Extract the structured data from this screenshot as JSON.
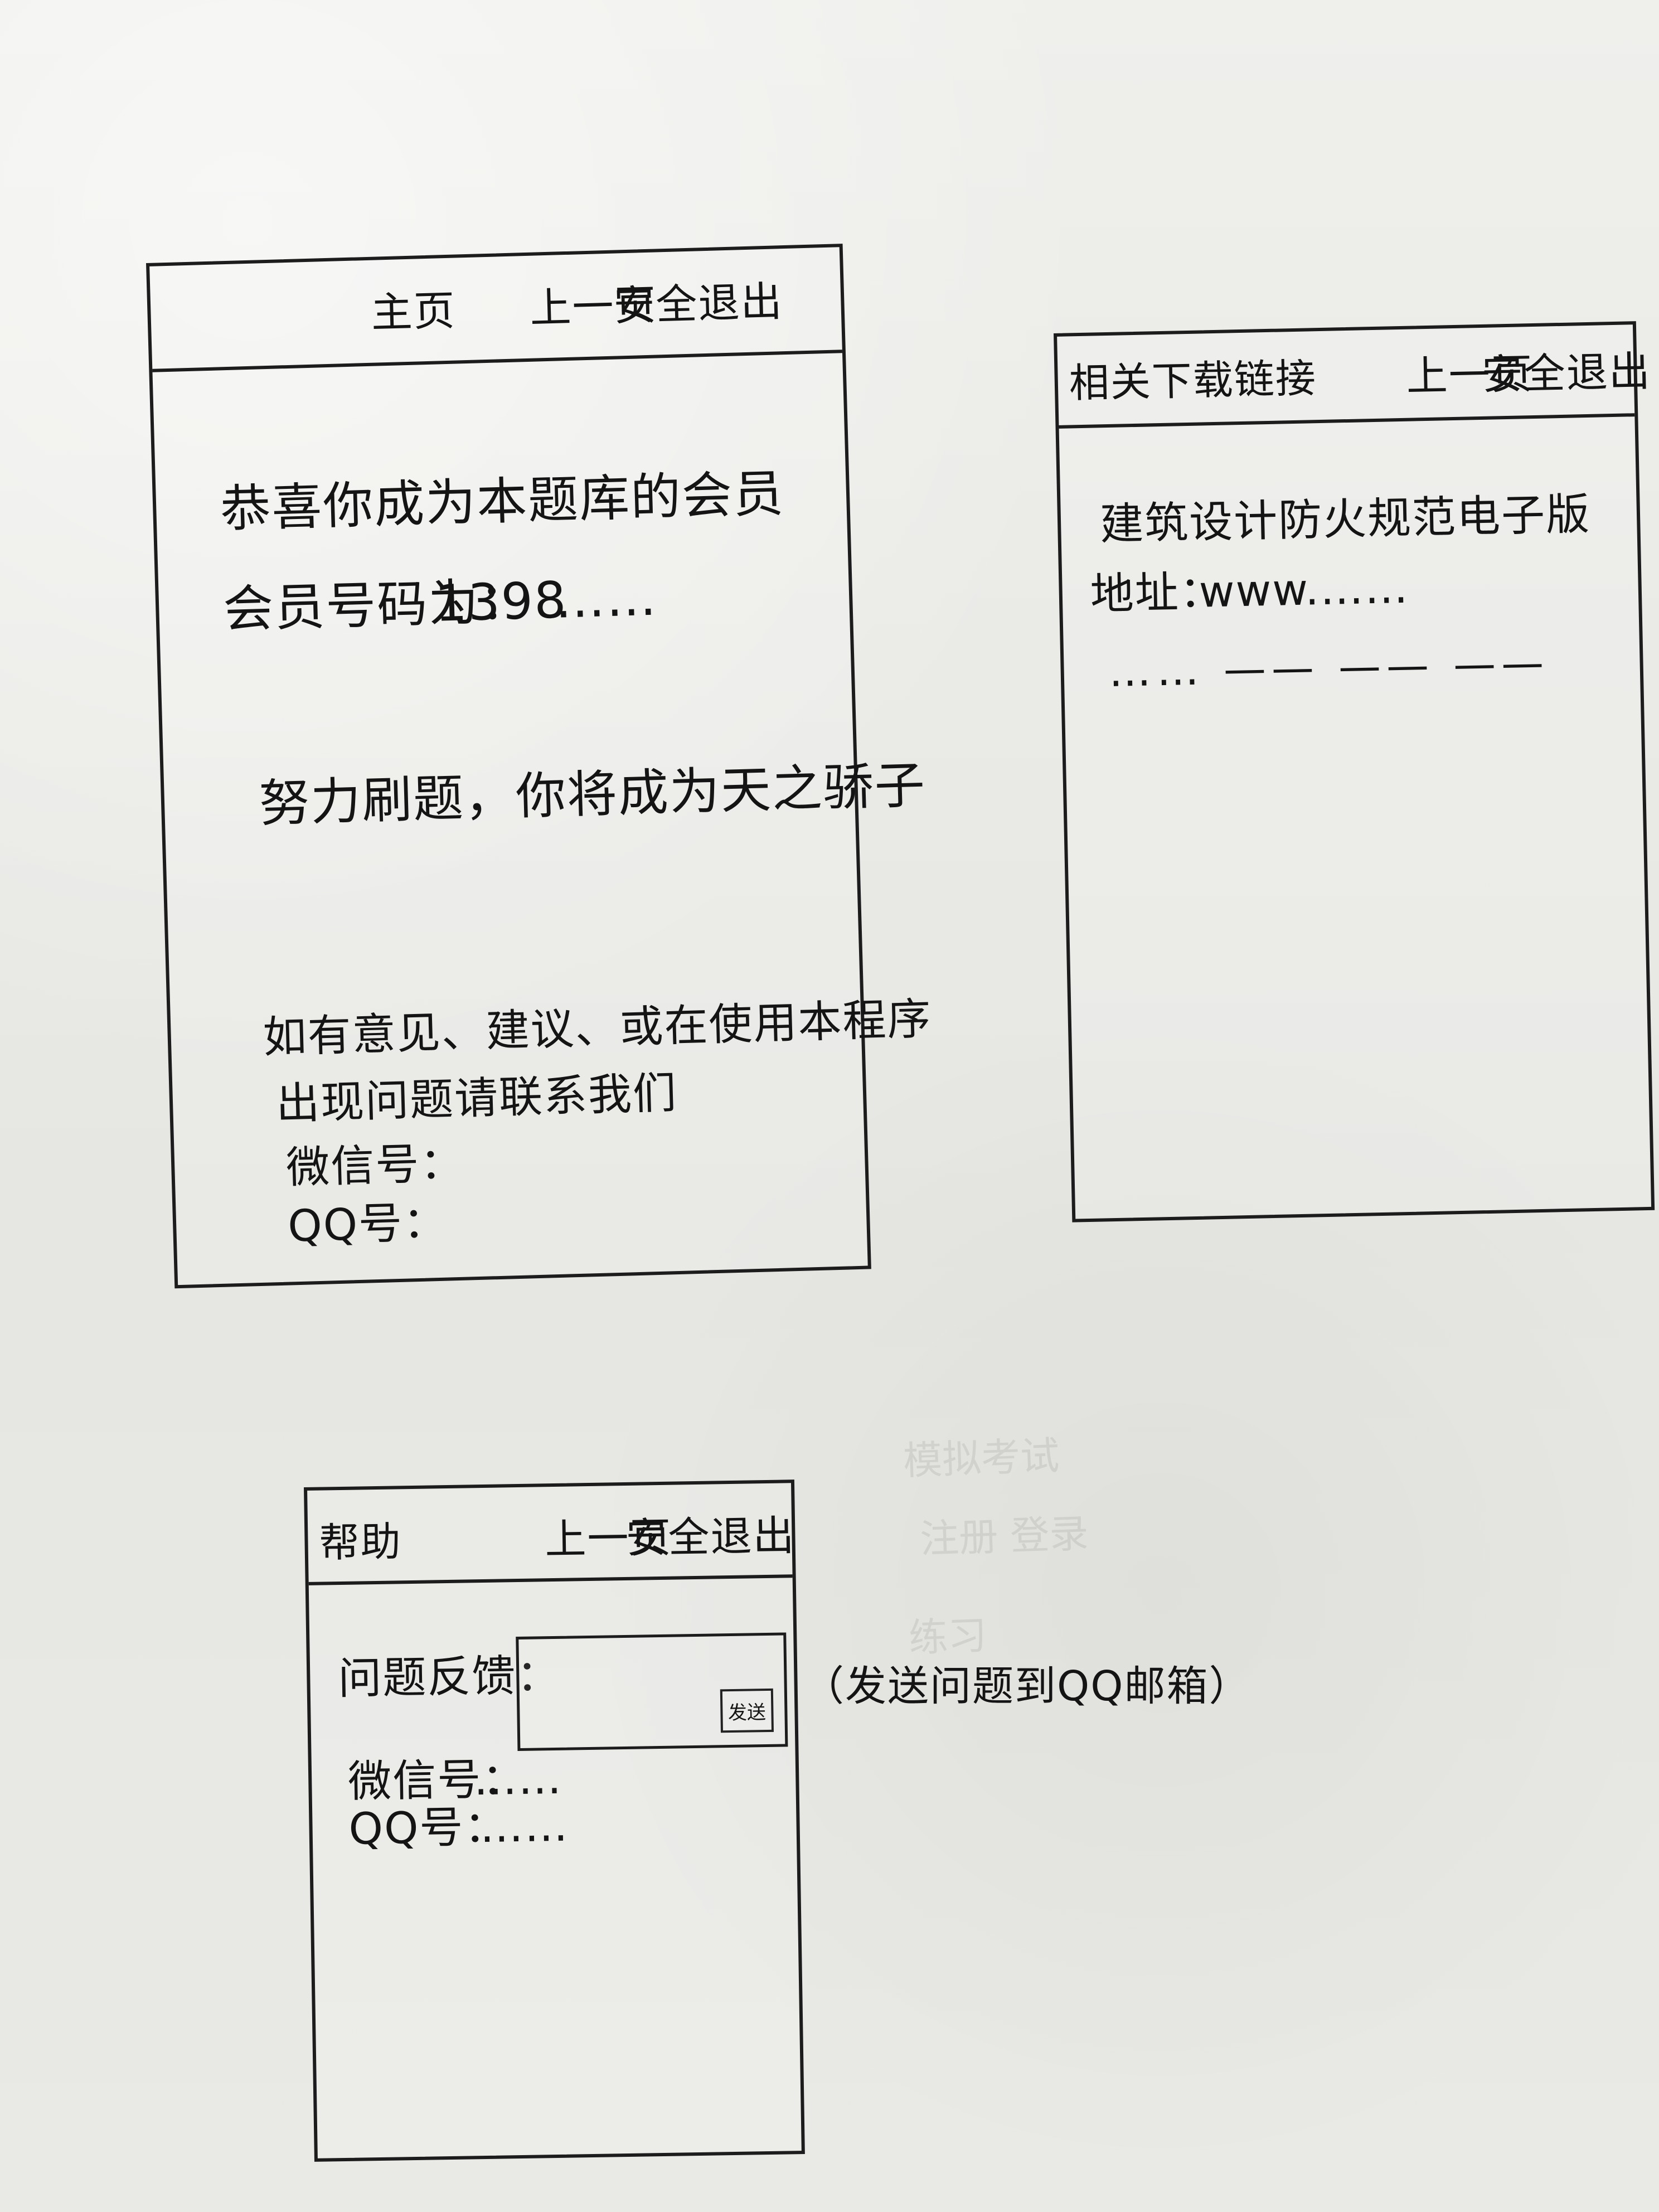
{
  "screen_home": {
    "nav": {
      "home": "主页",
      "previous_page": "上一页",
      "safe_exit": "安全退出"
    },
    "content": {
      "congrats": "恭喜你成为本题库的会员",
      "member_number_label": "会员号码为：",
      "member_number_value": "1398",
      "member_number_ellipsis": "……",
      "motto": "努力刷题，你将成为天之骄子",
      "feedback_line_1": "如有意见、建议、或在使用本程序",
      "feedback_line_2": "出现问题请联系我们",
      "wechat_label": "微信号：",
      "qq_label": "QQ号："
    }
  },
  "screen_downloads": {
    "nav": {
      "title": "相关下载链接",
      "previous_page": "上一页",
      "safe_exit": "安全退出"
    },
    "content": {
      "item_title": "建筑设计防火规范电子版",
      "address_label": "地址：",
      "address_value": "www.……",
      "placeholder_dots": "…… —— —— ——"
    }
  },
  "screen_help": {
    "nav": {
      "title": "帮助",
      "previous_page": "上一页",
      "safe_exit": "安全退出"
    },
    "content": {
      "feedback_label": "问题反馈：",
      "send_button": "发送",
      "wechat_label": "微信号：",
      "wechat_value": "……",
      "qq_label": "QQ号：",
      "qq_value": "……"
    },
    "annotation": "（发送问题到QQ邮箱）"
  }
}
